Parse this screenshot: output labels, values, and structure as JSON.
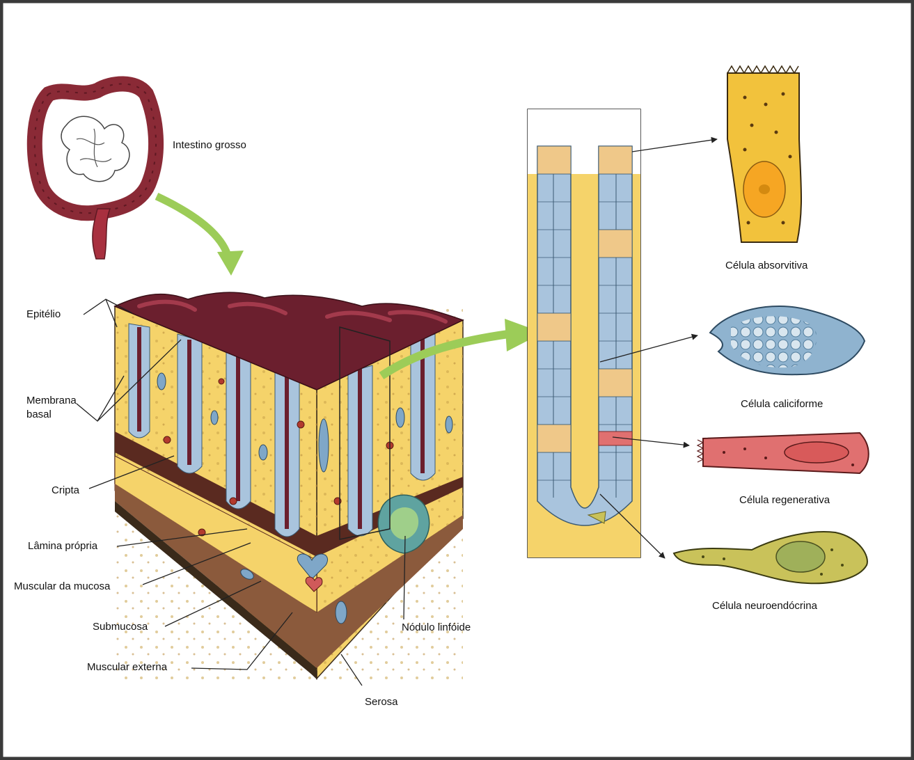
{
  "labels": {
    "intestino_grosso": "Intestino grosso",
    "epitelio": "Epitélio",
    "membrana_basal_1": "Membrana",
    "membrana_basal_2": "basal",
    "cripta": "Cripta",
    "lamina_propria": "Lâmina própria",
    "muscular_mucosa": "Muscular da mucosa",
    "submucosa": "Submucosa",
    "muscular_externa": "Muscular externa",
    "serosa": "Serosa",
    "nodulo_linfoide": "Nódulo linfóide",
    "celula_absorvitiva": "Célula absorvitiva",
    "celula_caliciforme": "Célula caliciforme",
    "celula_regenerativa": "Célula regenerativa",
    "celula_neuroendocrina": "Célula neuroendócrina"
  },
  "colors": {
    "frame": "#3a3a3a",
    "colon": "#8a2a36",
    "small_intestine": "#ffffff",
    "mucosa_yellow": "#f5d36a",
    "crypt_blue": "#a9c4dd",
    "crypt_orange": "#efc889",
    "surface_maroon": "#6b1f2e",
    "muscle_dark": "#5a2a20",
    "serosa_brown": "#8b5a3c",
    "arrow_green": "#9ccc58",
    "goblet_blue": "#8fb3cf",
    "regenerative_red": "#e07070",
    "neuroendocrine_olive": "#c9c25a",
    "lymph_nodule": "#9fcf8a"
  },
  "icons": [
    "large-intestine-icon",
    "tissue-block-icon",
    "crypt-detail-icon",
    "absorptive-cell-icon",
    "goblet-cell-icon",
    "regenerative-cell-icon",
    "neuroendocrine-cell-icon"
  ]
}
